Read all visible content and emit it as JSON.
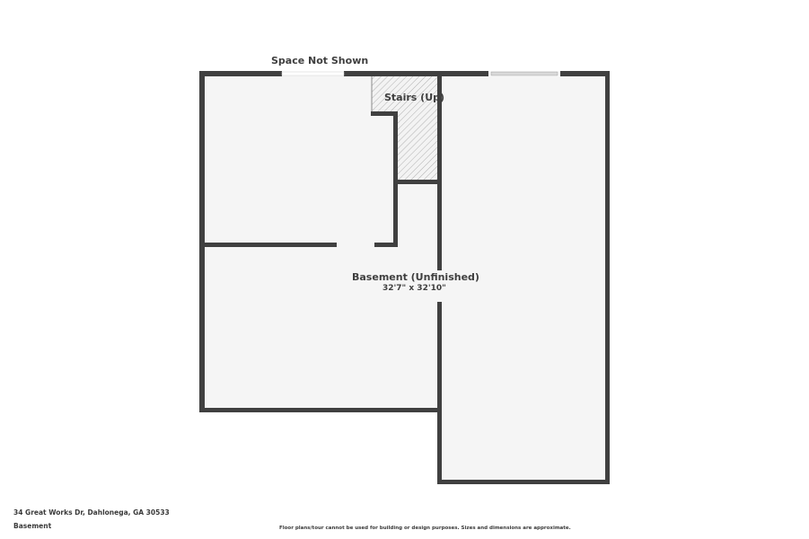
{
  "floorplan": {
    "labels": {
      "space_not_shown": "Space Not Shown",
      "stairs": "Stairs (Up)",
      "room_name": "Basement (Unfinished)",
      "room_dimensions": "32'7\" x 32'10\""
    },
    "colors": {
      "wall": "#404040",
      "floor": "#f5f5f5",
      "background": "#ffffff",
      "stair_hatch": "#b0b0b0",
      "text": "#3f3f3f",
      "window": "#d9d9d9"
    }
  },
  "footer": {
    "address": "34 Great Works Dr, Dahlonega, GA 30533",
    "floor_name": "Basement",
    "disclaimer": "Floor plans/tour cannot be used for building or design purposes. Sizes and dimensions are approximate."
  }
}
